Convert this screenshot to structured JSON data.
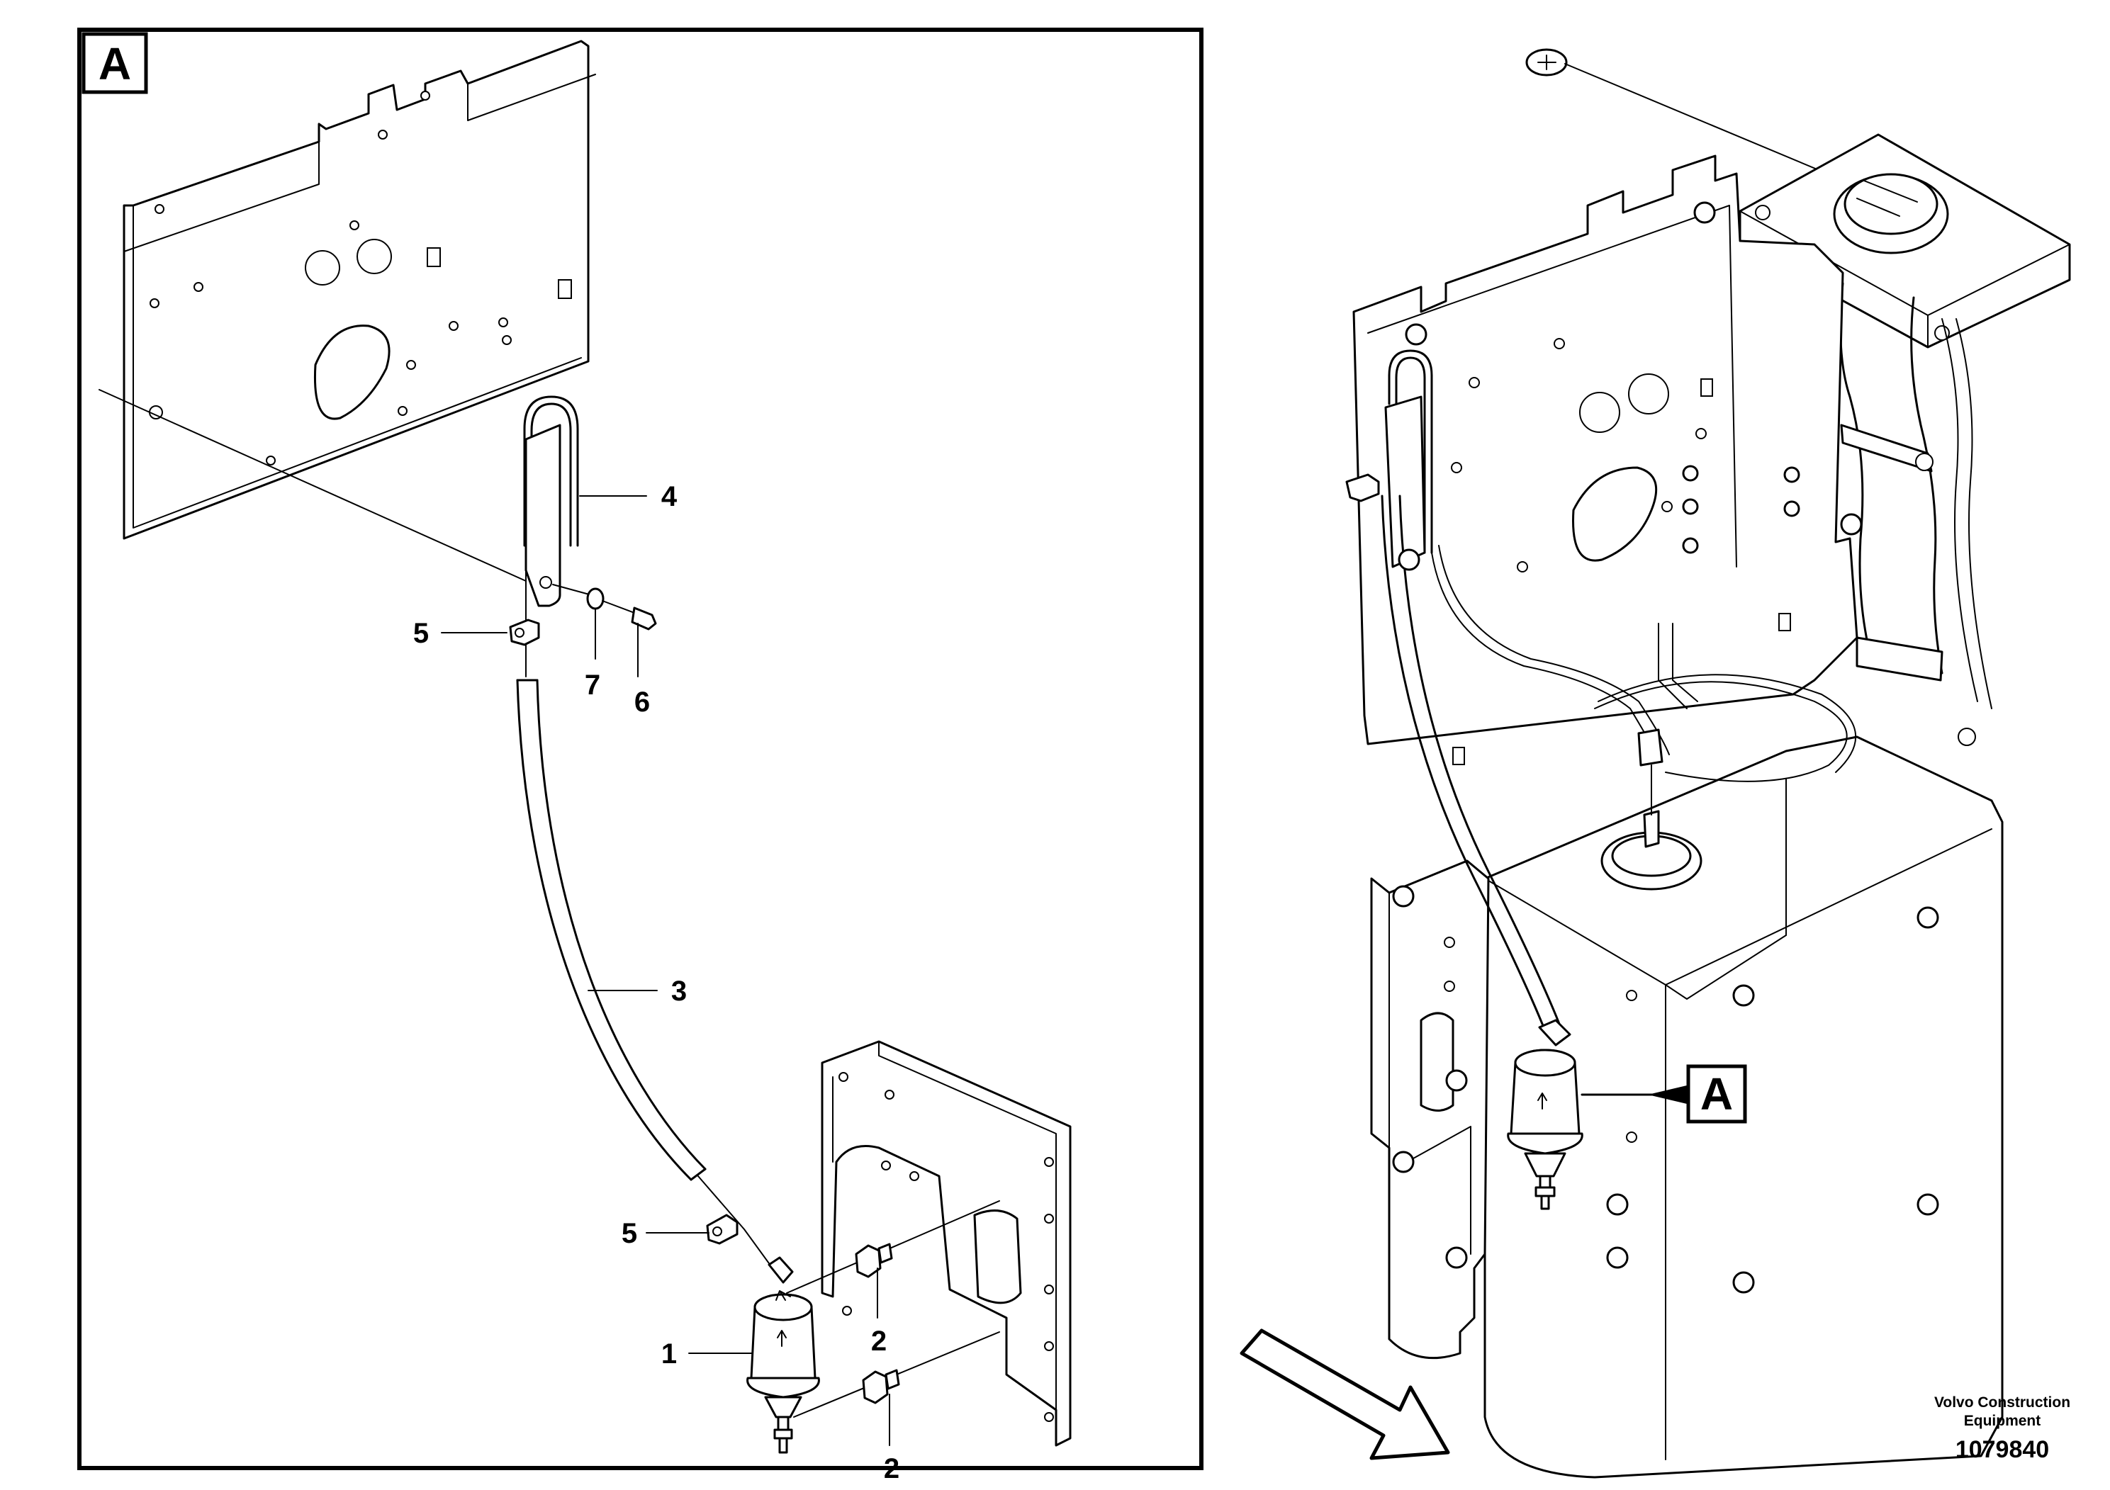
{
  "detail_view": {
    "label": "A",
    "callouts": [
      {
        "number": "4"
      },
      {
        "number": "5"
      },
      {
        "number": "7"
      },
      {
        "number": "6"
      },
      {
        "number": "3"
      },
      {
        "number": "5"
      },
      {
        "number": "2"
      },
      {
        "number": "1"
      },
      {
        "number": "2"
      }
    ]
  },
  "overview": {
    "view_marker": "A"
  },
  "footer": {
    "company_line1": "Volvo Construction",
    "company_line2": "Equipment",
    "drawing_number": "1079840"
  }
}
